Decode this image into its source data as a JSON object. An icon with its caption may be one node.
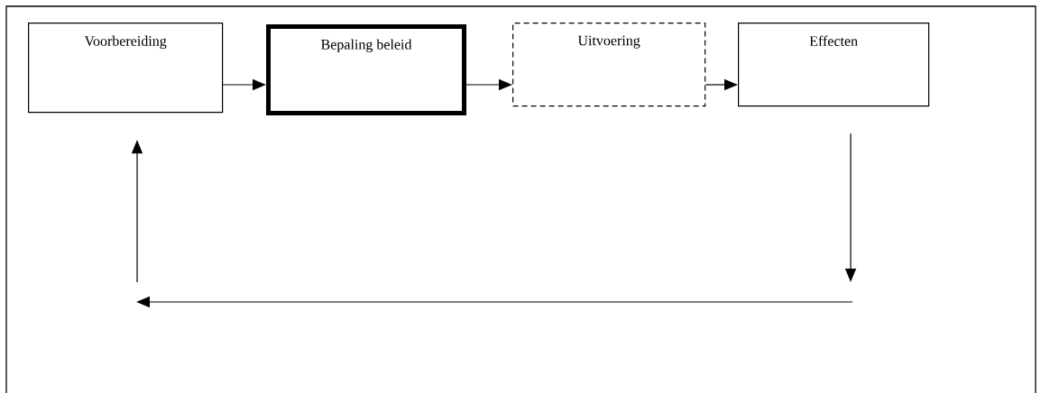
{
  "diagram": {
    "nodes": [
      {
        "text": [
          "Voorbereiding"
        ]
      },
      {
        "text": [
          "Bepaling beleid"
        ]
      },
      {
        "text": [
          "Uitvoering"
        ]
      },
      {
        "text": [
          "Effecten"
        ]
      }
    ],
    "edges": [
      {
        "from": 0,
        "to": 1,
        "arrow": "to"
      },
      {
        "from": 1,
        "to": 2,
        "arrow": "to"
      },
      {
        "from": 2,
        "to": 3,
        "arrow": "to"
      },
      {
        "from": 3,
        "to": null,
        "arrow": "to"
      },
      {
        "from": null,
        "to": 0,
        "arrow": "to"
      }
    ]
  }
}
